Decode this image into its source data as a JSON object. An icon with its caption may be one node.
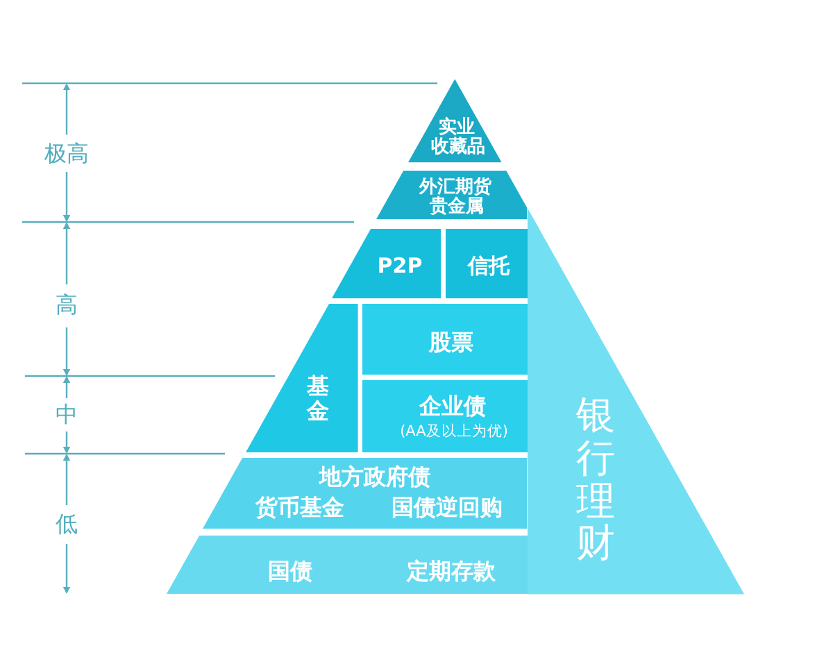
{
  "diagram": {
    "nodes": [
      {
        "text": [
          "实业",
          "收藏品"
        ]
      },
      {
        "text": [
          "外汇期货",
          "贵金属"
        ]
      },
      {
        "text": [
          "P2P"
        ]
      },
      {
        "text": [
          "信托"
        ]
      },
      {
        "text": [
          "基金"
        ]
      },
      {
        "text": [
          "股票"
        ]
      },
      {
        "text": [
          "企业债",
          "(AA及以上为优)"
        ]
      },
      {
        "text": [
          "地方政府债",
          "货币基金",
          "国债逆回购"
        ]
      },
      {
        "text": [
          "国债",
          "定期存款"
        ]
      },
      {
        "text": [
          "银行理财"
        ]
      }
    ],
    "labels": [
      "极高",
      "高",
      "中",
      "低"
    ]
  }
}
